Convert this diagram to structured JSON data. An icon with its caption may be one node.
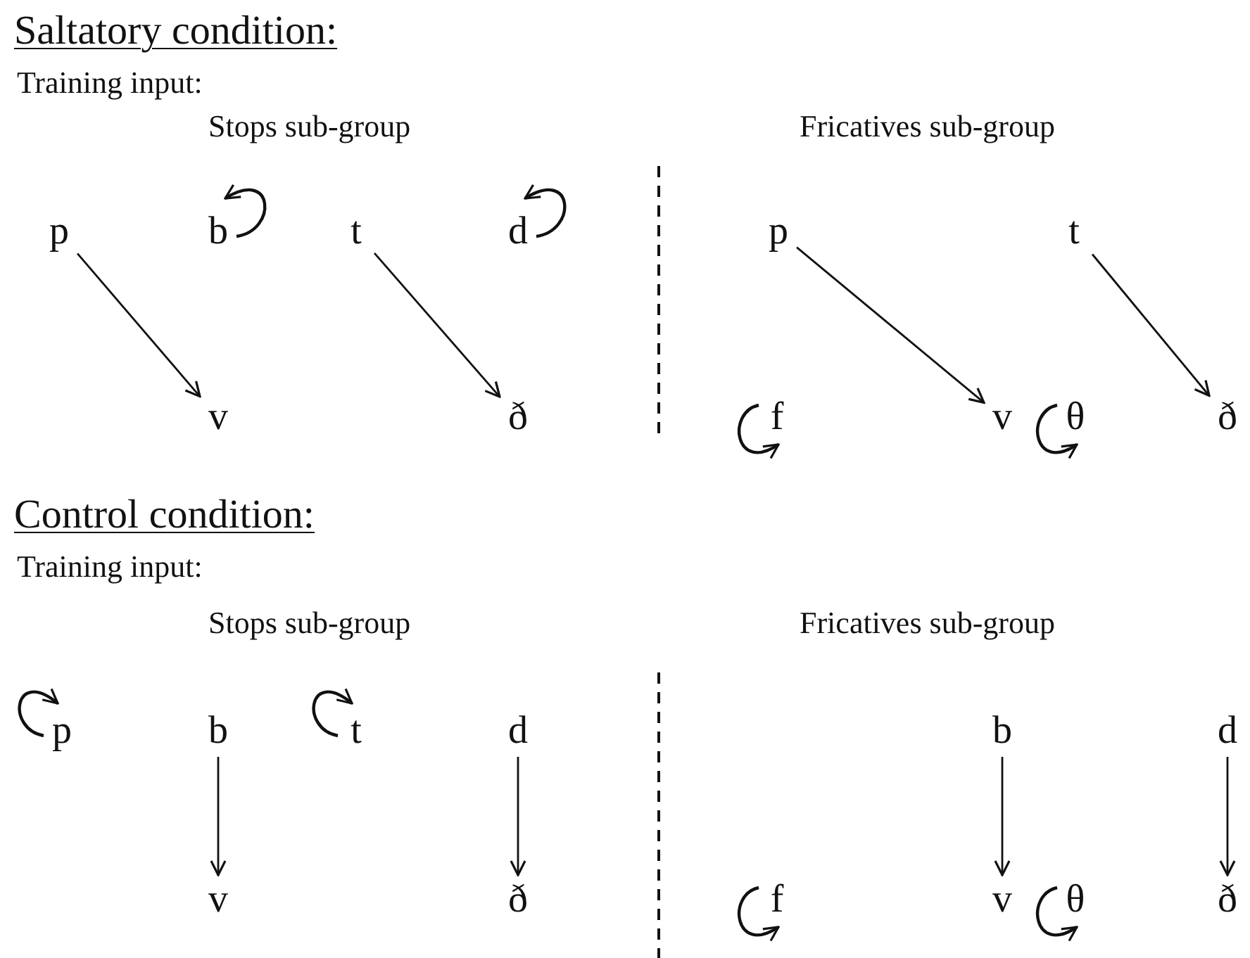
{
  "diagram": {
    "nodes": [
      {
        "text": [
          "p"
        ]
      },
      {
        "text": [
          "b"
        ]
      },
      {
        "text": [
          "t"
        ]
      },
      {
        "text": [
          "d"
        ]
      },
      {
        "text": [
          "p"
        ]
      },
      {
        "text": [
          "t"
        ]
      },
      {
        "text": [
          "v"
        ]
      },
      {
        "text": [
          "ð"
        ]
      },
      {
        "text": [
          "f"
        ]
      },
      {
        "text": [
          "v"
        ]
      },
      {
        "text": [
          "θ"
        ]
      },
      {
        "text": [
          "ð"
        ]
      },
      {
        "text": [
          "p"
        ]
      },
      {
        "text": [
          "b"
        ]
      },
      {
        "text": [
          "t"
        ]
      },
      {
        "text": [
          "d"
        ]
      },
      {
        "text": [
          "b"
        ]
      },
      {
        "text": [
          "d"
        ]
      },
      {
        "text": [
          "v"
        ]
      },
      {
        "text": [
          "ð"
        ]
      },
      {
        "text": [
          "f"
        ]
      },
      {
        "text": [
          "v"
        ]
      },
      {
        "text": [
          "θ"
        ]
      },
      {
        "text": [
          "ð"
        ]
      }
    ],
    "edges": [
      {
        "from": 1,
        "to": 1,
        "arrow": "to"
      },
      {
        "from": 3,
        "to": 3,
        "arrow": "to"
      },
      {
        "from": 0,
        "to": 6,
        "arrow": "to"
      },
      {
        "from": 2,
        "to": 7,
        "arrow": "to"
      },
      {
        "from": 4,
        "to": 9,
        "arrow": "to"
      },
      {
        "from": 5,
        "to": 11,
        "arrow": "to"
      },
      {
        "from": 8,
        "to": 8,
        "arrow": "to"
      },
      {
        "from": 10,
        "to": 10,
        "arrow": "to"
      },
      {
        "from": 12,
        "to": 12,
        "arrow": "to"
      },
      {
        "from": 14,
        "to": 14,
        "arrow": "to"
      },
      {
        "from": 13,
        "to": 18,
        "arrow": "to"
      },
      {
        "from": 15,
        "to": 19,
        "arrow": "to"
      },
      {
        "from": 16,
        "to": 21,
        "arrow": "to"
      },
      {
        "from": 17,
        "to": 23,
        "arrow": "to"
      },
      {
        "from": 20,
        "to": 20,
        "arrow": "to"
      },
      {
        "from": 22,
        "to": 22,
        "arrow": "to"
      }
    ],
    "labels": [
      "Saltatory condition:",
      "Training input:",
      "Stops sub-group",
      "Fricatives sub-group",
      "Control condition:",
      "Training input:",
      "Stops sub-group",
      "Fricatives sub-group"
    ]
  }
}
